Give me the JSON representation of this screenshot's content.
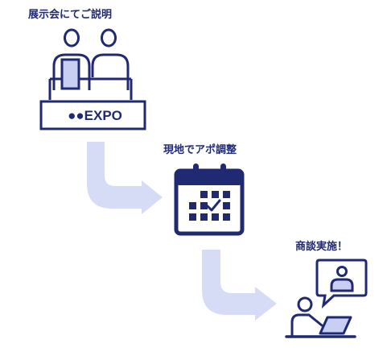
{
  "steps": [
    {
      "label": "展示会にてご説明",
      "icon": "exhibition-booth-icon"
    },
    {
      "label": "現地でアポ調整",
      "icon": "calendar-icon"
    },
    {
      "label": "商談実施！",
      "icon": "online-meeting-icon"
    }
  ],
  "booth": {
    "sign_text": "●●EXPO"
  },
  "colors": {
    "navy": "#1f2a72",
    "arrow": "#d7dcf6",
    "accent_light": "#c9cff3"
  }
}
